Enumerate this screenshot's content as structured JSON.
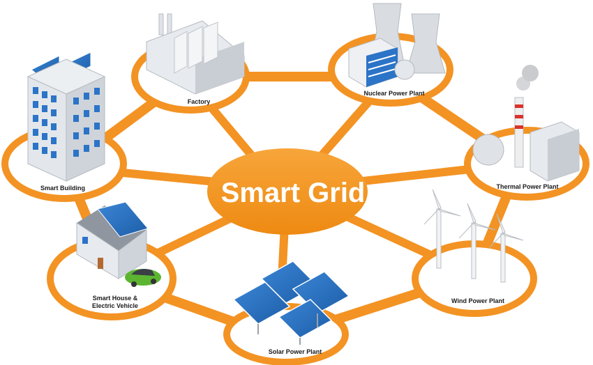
{
  "hub": {
    "label": "Smart Grid"
  },
  "nodes": {
    "factory": {
      "label": "Factory"
    },
    "nuclear": {
      "label": "Nuclear Power Plant"
    },
    "thermal": {
      "label": "Thermal Power Plant"
    },
    "wind": {
      "label": "Wind Power Plant"
    },
    "solar": {
      "label": "Solar Power Plant"
    },
    "house": {
      "line1": "Smart House &",
      "line2": "Electric Vehicle"
    },
    "building": {
      "label": "Smart Building"
    }
  },
  "colors": {
    "ring": "#f39323",
    "hub": "#f39323",
    "node_fill": "#ffffff",
    "building_blue": "#2b74c7",
    "gray": "#c9cdd2"
  }
}
